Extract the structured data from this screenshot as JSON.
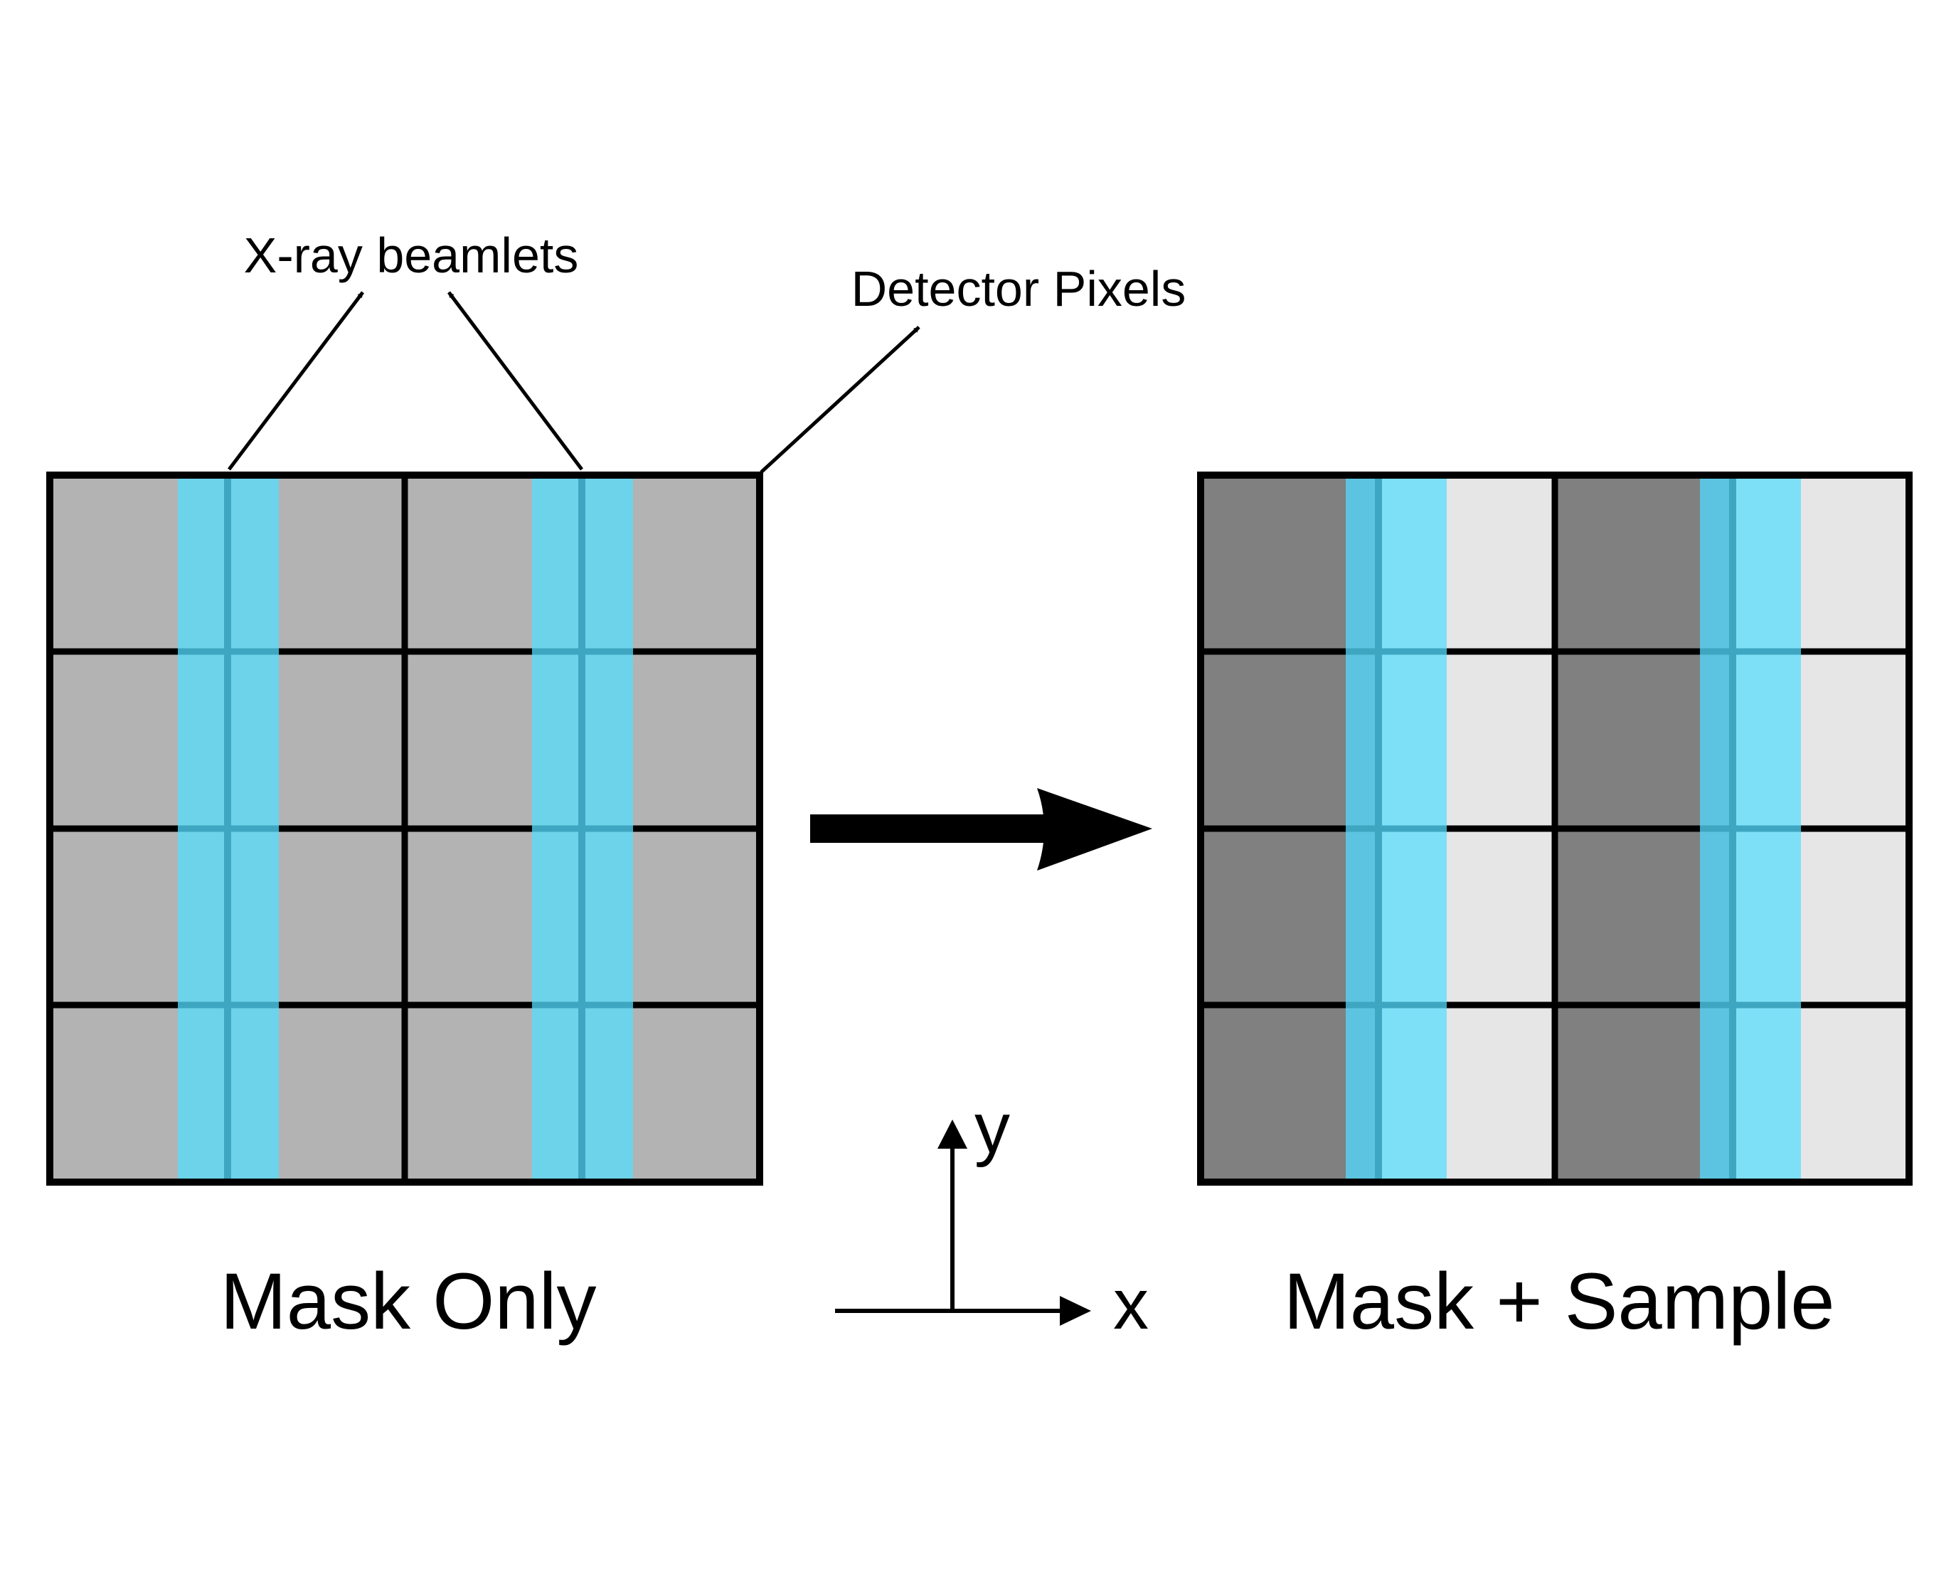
{
  "labels": {
    "beamlets": "X-ray beamlets",
    "detector": "Detector Pixels",
    "left_caption": "Mask Only",
    "right_caption": "Mask + Sample",
    "axis_x": "x",
    "axis_y": "y"
  },
  "colors": {
    "background": "#ffffff",
    "grid_line": "#000000",
    "mask_only_pixel": "#b3b3b3",
    "sample_dark_pixel": "#808080",
    "sample_light_pixel": "#e6e6e6",
    "beamlet_mask_only": "#6dd3ea",
    "beamlet_sample_left_half": "#5cc4e0",
    "beamlet_sample_right_half": "#7ee0f7",
    "beamlet_center_line": "#3ea6c0"
  },
  "panels": [
    {
      "name": "mask-only",
      "rows": 4,
      "columns": 2,
      "pixel_shading": "uniform",
      "beamlets_per_pixel": 1
    },
    {
      "name": "mask-plus-sample",
      "rows": 4,
      "columns": 2,
      "pixel_shading": "dark-left / light-right",
      "beamlets_per_pixel": 1
    }
  ]
}
